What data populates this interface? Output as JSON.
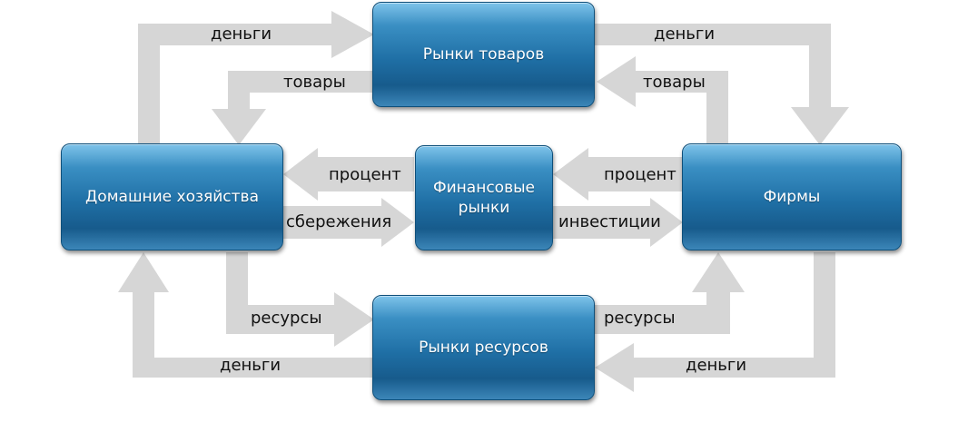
{
  "nodes": {
    "goods_markets": "Рынки товаров",
    "households": "Домашние хозяйства",
    "financial_markets": "Финансовые рынки",
    "firms": "Фирмы",
    "resource_markets": "Рынки ресурсов"
  },
  "flows": {
    "money_households_to_goods": "деньги",
    "goods_to_households": "товары",
    "money_goods_to_firms": "деньги",
    "goods_firms_to_market": "товары",
    "interest_to_households": "процент",
    "savings": "сбережения",
    "interest_from_firms": "процент",
    "investment": "инвестиции",
    "resources_households_to_market": "ресурсы",
    "money_to_households": "деньги",
    "resources_market_to_firms": "ресурсы",
    "money_firms_to_resource_market": "деньги"
  },
  "colors": {
    "arrow": "#d6d6d6",
    "node_top": "#7ec3ea",
    "node_bottom": "#175b8c",
    "node_text": "#ffffff"
  }
}
